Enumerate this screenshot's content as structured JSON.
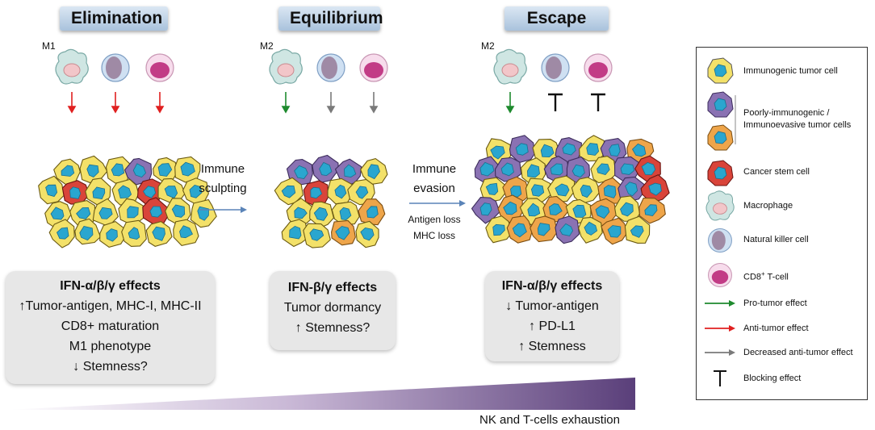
{
  "phases": {
    "elimination": "Elimination",
    "equilibrium": "Equilibrium",
    "escape": "Escape"
  },
  "macrophage_labels": {
    "elimination": "M1",
    "equilibrium": "M2",
    "escape": "M2"
  },
  "arrows": {
    "sculpting_l1": "Immune",
    "sculpting_l2": "sculpting",
    "evasion_l1": "Immune",
    "evasion_l2": "evasion",
    "evasion_note1": "Antigen loss",
    "evasion_note2": "MHC loss"
  },
  "effects": {
    "elimination": {
      "title": "IFN-α/β/γ effects",
      "lines": [
        "↑Tumor-antigen, MHC-I, MHC-II",
        "CD8+ maturation",
        "M1 phenotype",
        "↓ Stemness?"
      ]
    },
    "equilibrium": {
      "title": "IFN-β/γ effects",
      "lines": [
        "Tumor dormancy",
        "↑ Stemness?"
      ]
    },
    "escape": {
      "title": "IFN-α/β/γ effects",
      "lines": [
        "↓ Tumor-antigen",
        "↑ PD-L1",
        "↑ Stemness"
      ]
    }
  },
  "exhaustion_label": "NK and T-cells exhaustion",
  "legend": {
    "items": [
      "Immunogenic tumor cell",
      "Poorly-immunogenic /",
      "Immunoevasive tumor cells",
      "Cancer stem cell",
      "Macrophage",
      "Natural killer cell",
      "CD8",
      "+",
      " T-cell",
      "Pro-tumor effect",
      "Anti-tumor effect",
      "Decreased anti-tumor effect",
      "Blocking effect"
    ]
  },
  "colors": {
    "pro_tumor": "#1e8a2e",
    "anti_tumor": "#e02020",
    "decreased": "#7a7a7a",
    "tumor_yellow": "#f3e169",
    "tumor_purple": "#8a72b3",
    "tumor_orange": "#eea54a",
    "stem_red": "#d9443a",
    "nucleus_cyan": "#2aa6cf",
    "phase_box": "#b8cde3",
    "gradient_end": "#5a3f7a"
  }
}
